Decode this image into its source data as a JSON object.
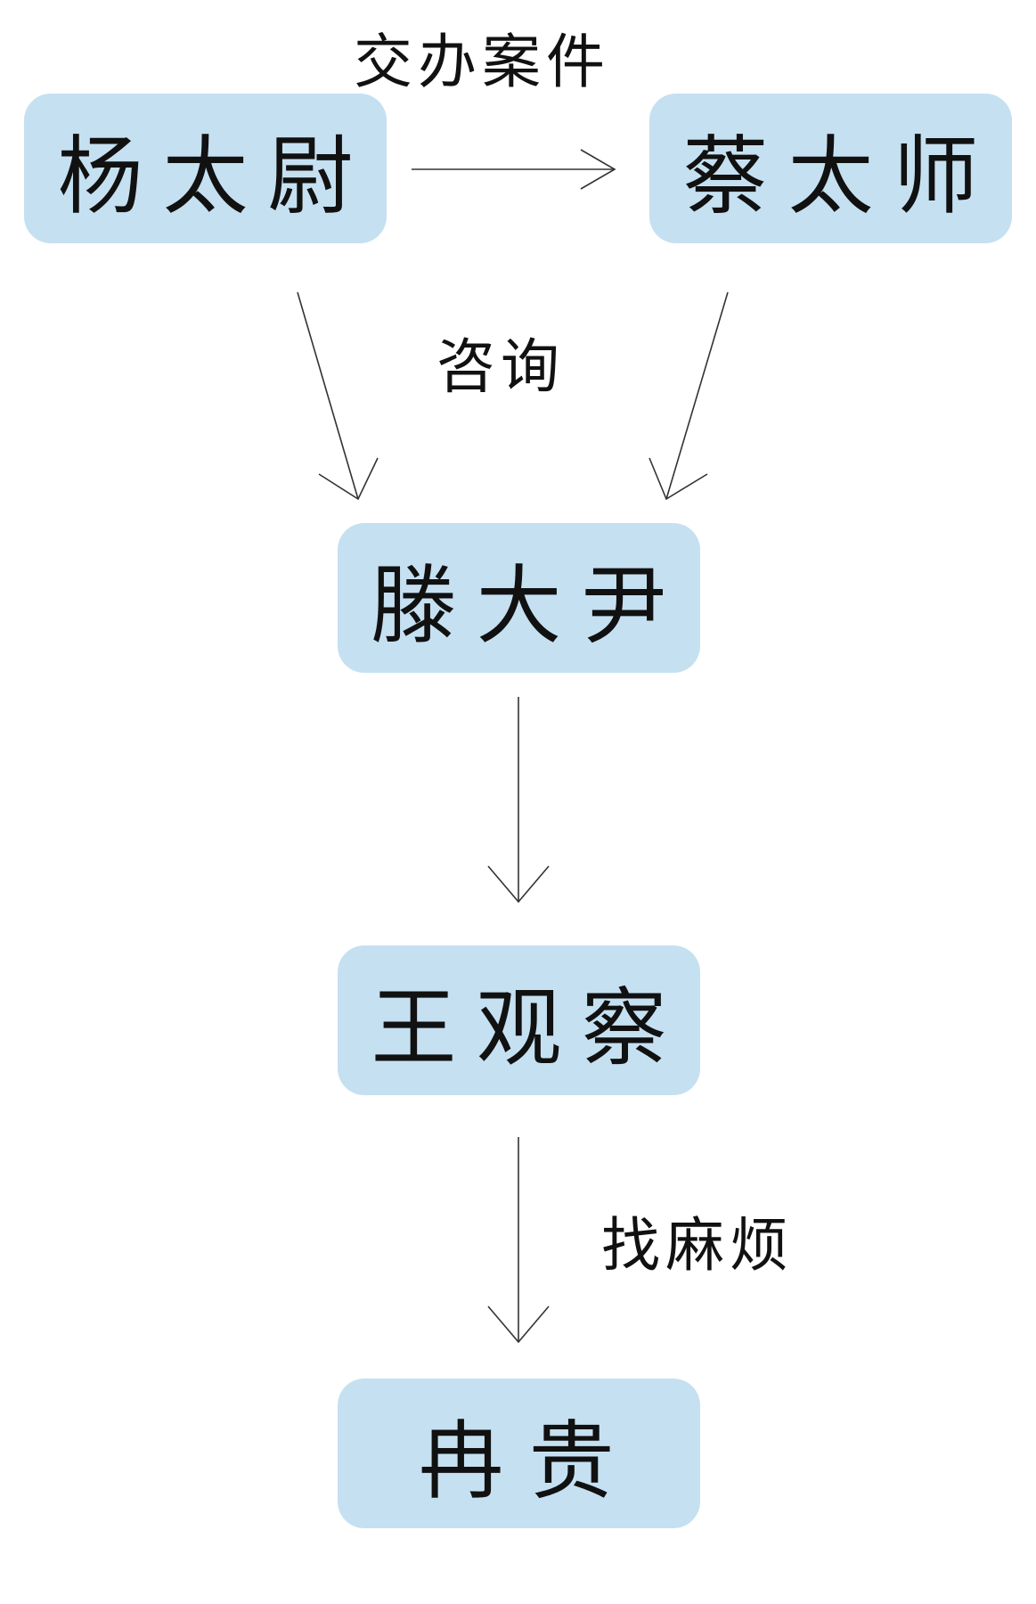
{
  "nodes": {
    "yang_taiwei": "杨太尉",
    "cai_taishi": "蔡太师",
    "teng_dayin": "滕大尹",
    "wang_guancha": "王观察",
    "ran_gui": "冉贵"
  },
  "edges": {
    "assign_case": "交办案件",
    "consult": "咨询",
    "make_trouble": "找麻烦"
  },
  "colors": {
    "node_fill": "#c5e0f1",
    "text": "#111111",
    "arrow": "#333333"
  }
}
